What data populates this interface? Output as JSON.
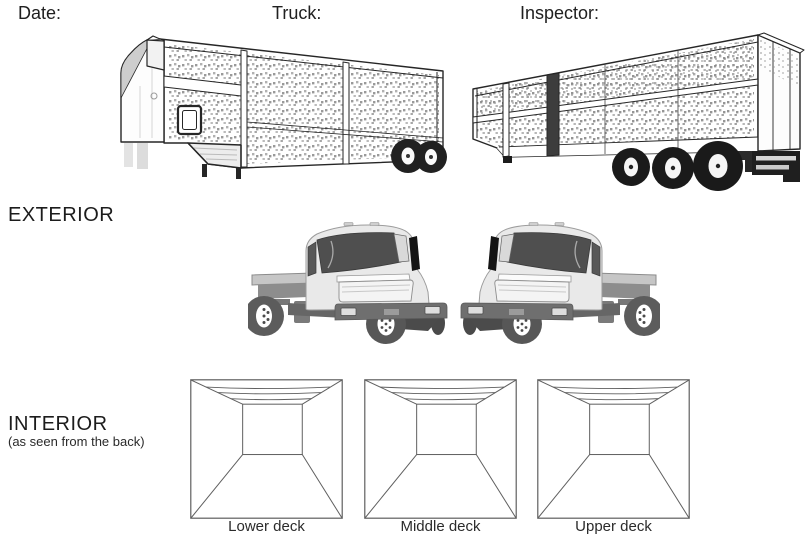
{
  "header": {
    "date_label": "Date:",
    "truck_label": "Truck:",
    "inspector_label": "Inspector:"
  },
  "sections": {
    "exterior_label": "EXTERIOR",
    "interior_label": "INTERIOR",
    "interior_sublabel": "(as seen from the back)"
  },
  "decks": [
    {
      "label": "Lower deck"
    },
    {
      "label": "Middle deck"
    },
    {
      "label": "Upper deck"
    }
  ],
  "illustrations": {
    "trailer_left": "livestock-trailer-front-left-view",
    "trailer_right": "livestock-trailer-rear-right-view",
    "truck_cab_left": "truck-cab-facing-right",
    "truck_cab_right": "truck-cab-facing-left",
    "deck_box": "trailer-interior-perspective-box"
  },
  "colors": {
    "text": "#1f1f1f",
    "line_art": "#262626",
    "truck_body": "#e9e9e9",
    "truck_glass": "#4f4f4f",
    "truck_chassis": "#6e6e6e",
    "deck_outline": "#5f5f5f"
  }
}
